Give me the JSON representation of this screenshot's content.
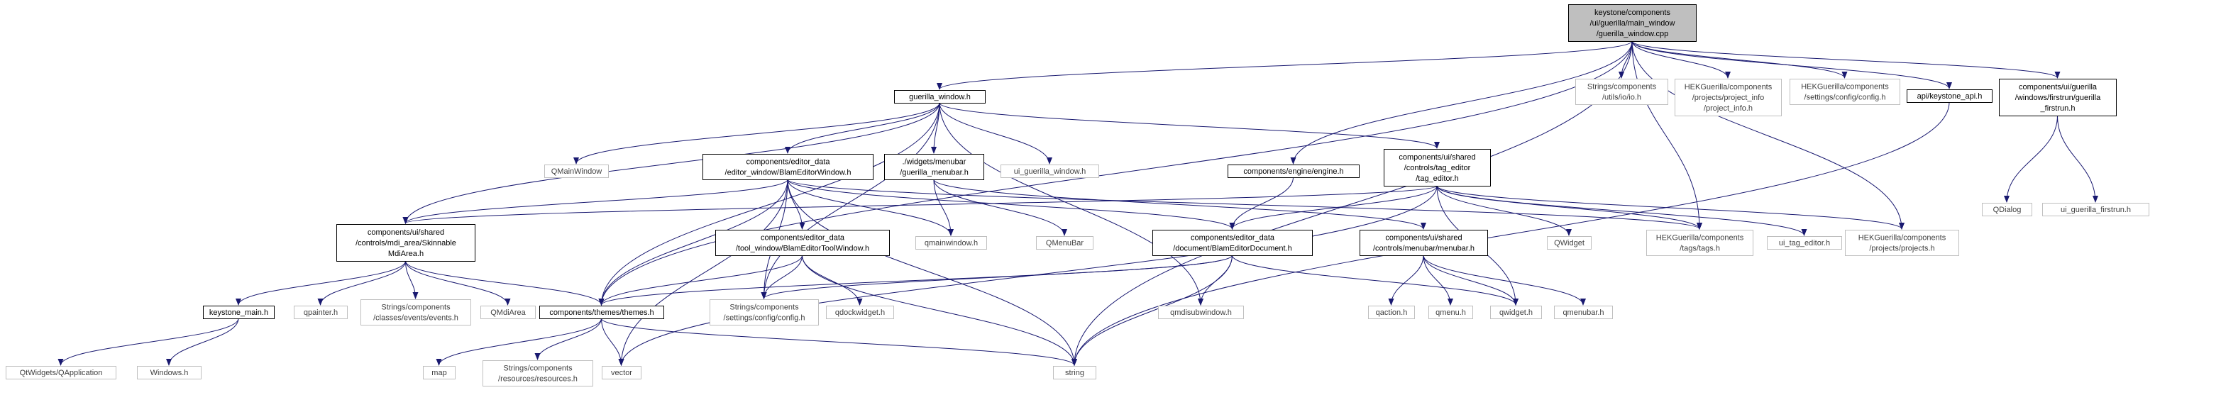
{
  "colors": {
    "root_fill": "#bfbfbf",
    "documented_stroke": "#000000",
    "external_stroke": "#bfbfbf",
    "documented_text": "#000000",
    "external_text": "#404040",
    "edge": "#191970"
  },
  "nodes": [
    {
      "id": "root",
      "kind": "root",
      "lines": [
        "keystone/components",
        "/ui/guerilla/main_window",
        "/guerilla_window.cpp"
      ]
    },
    {
      "id": "guerilla_window_h",
      "kind": "doc",
      "lines": [
        "guerilla_window.h"
      ]
    },
    {
      "id": "strings_utils_io",
      "kind": "ext",
      "lines": [
        "Strings/components",
        "/utils/io/io.h"
      ]
    },
    {
      "id": "hek_project_info",
      "kind": "ext",
      "lines": [
        "HEKGuerilla/components",
        "/projects/project_info",
        "/project_info.h"
      ]
    },
    {
      "id": "hek_settings_config_top",
      "kind": "ext",
      "lines": [
        "HEKGuerilla/components",
        "/settings/config/config.h"
      ]
    },
    {
      "id": "api_keystone_api",
      "kind": "doc",
      "lines": [
        "api/keystone_api.h"
      ]
    },
    {
      "id": "guerilla_firstrun",
      "kind": "doc",
      "lines": [
        "components/ui/guerilla",
        "/windows/firstrun/guerilla",
        "_firstrun.h"
      ]
    },
    {
      "id": "qmainwindow",
      "kind": "ext",
      "lines": [
        "QMainWindow"
      ]
    },
    {
      "id": "blam_editor_window",
      "kind": "doc",
      "lines": [
        "components/editor_data",
        "/editor_window/BlamEditorWindow.h"
      ]
    },
    {
      "id": "widgets_menubar",
      "kind": "doc",
      "lines": [
        "./widgets/menubar",
        "/guerilla_menubar.h"
      ]
    },
    {
      "id": "ui_guerilla_window",
      "kind": "ext",
      "lines": [
        "ui_guerilla_window.h"
      ]
    },
    {
      "id": "engine_h",
      "kind": "doc",
      "lines": [
        "components/engine/engine.h"
      ]
    },
    {
      "id": "tag_editor",
      "kind": "doc",
      "lines": [
        "components/ui/shared",
        "/controls/tag_editor",
        "/tag_editor.h"
      ]
    },
    {
      "id": "qdialog",
      "kind": "ext",
      "lines": [
        "QDialog"
      ]
    },
    {
      "id": "ui_guerilla_firstrun",
      "kind": "ext",
      "lines": [
        "ui_guerilla_firstrun.h"
      ]
    },
    {
      "id": "skinnable_mdi",
      "kind": "doc",
      "lines": [
        "components/ui/shared",
        "/controls/mdi_area/Skinnable",
        "MdiArea.h"
      ]
    },
    {
      "id": "tool_window",
      "kind": "doc",
      "lines": [
        "components/editor_data",
        "/tool_window/BlamEditorToolWindow.h"
      ]
    },
    {
      "id": "qmainwindow_h",
      "kind": "ext",
      "lines": [
        "qmainwindow.h"
      ]
    },
    {
      "id": "qmenubar_cap",
      "kind": "ext",
      "lines": [
        "QMenuBar"
      ]
    },
    {
      "id": "blam_editor_document",
      "kind": "doc",
      "lines": [
        "components/editor_data",
        "/document/BlamEditorDocument.h"
      ]
    },
    {
      "id": "menubar_h",
      "kind": "doc",
      "lines": [
        "components/ui/shared",
        "/controls/menubar/menubar.h"
      ]
    },
    {
      "id": "qwidget_cap",
      "kind": "ext",
      "lines": [
        "QWidget"
      ]
    },
    {
      "id": "hek_tags",
      "kind": "ext",
      "lines": [
        "HEKGuerilla/components",
        "/tags/tags.h"
      ]
    },
    {
      "id": "ui_tag_editor",
      "kind": "ext",
      "lines": [
        "ui_tag_editor.h"
      ]
    },
    {
      "id": "hek_projects",
      "kind": "ext",
      "lines": [
        "HEKGuerilla/components",
        "/projects/projects.h"
      ]
    },
    {
      "id": "keystone_main",
      "kind": "doc",
      "lines": [
        "keystone_main.h"
      ]
    },
    {
      "id": "qpainter",
      "kind": "ext",
      "lines": [
        "qpainter.h"
      ]
    },
    {
      "id": "strings_events",
      "kind": "ext",
      "lines": [
        "Strings/components",
        "/classes/events/events.h"
      ]
    },
    {
      "id": "qmdiarea",
      "kind": "ext",
      "lines": [
        "QMdiArea"
      ]
    },
    {
      "id": "themes",
      "kind": "doc",
      "lines": [
        "components/themes/themes.h"
      ]
    },
    {
      "id": "strings_settings_config",
      "kind": "ext",
      "lines": [
        "Strings/components",
        "/settings/config/config.h"
      ]
    },
    {
      "id": "qdockwidget",
      "kind": "ext",
      "lines": [
        "qdockwidget.h"
      ]
    },
    {
      "id": "qmdisubwindow",
      "kind": "ext",
      "lines": [
        "qmdisubwindow.h"
      ]
    },
    {
      "id": "qaction",
      "kind": "ext",
      "lines": [
        "qaction.h"
      ]
    },
    {
      "id": "qmenu",
      "kind": "ext",
      "lines": [
        "qmenu.h"
      ]
    },
    {
      "id": "qwidget_h",
      "kind": "ext",
      "lines": [
        "qwidget.h"
      ]
    },
    {
      "id": "qmenubar_h",
      "kind": "ext",
      "lines": [
        "qmenubar.h"
      ]
    },
    {
      "id": "qtwidgets_qapp",
      "kind": "ext",
      "lines": [
        "QtWidgets/QApplication"
      ]
    },
    {
      "id": "windows_h",
      "kind": "ext",
      "lines": [
        "Windows.h"
      ]
    },
    {
      "id": "map",
      "kind": "ext",
      "lines": [
        "map"
      ]
    },
    {
      "id": "strings_resources",
      "kind": "ext",
      "lines": [
        "Strings/components",
        "/resources/resources.h"
      ]
    },
    {
      "id": "vector",
      "kind": "ext",
      "lines": [
        "vector"
      ]
    },
    {
      "id": "string",
      "kind": "ext",
      "lines": [
        "string"
      ]
    }
  ],
  "edges": [
    [
      "root",
      "guerilla_window_h"
    ],
    [
      "root",
      "strings_utils_io"
    ],
    [
      "root",
      "hek_project_info"
    ],
    [
      "root",
      "hek_settings_config_top"
    ],
    [
      "root",
      "api_keystone_api"
    ],
    [
      "root",
      "guerilla_firstrun"
    ],
    [
      "root",
      "engine_h"
    ],
    [
      "root",
      "hek_tags"
    ],
    [
      "root",
      "hek_projects"
    ],
    [
      "root",
      "themes"
    ],
    [
      "root",
      "string"
    ],
    [
      "guerilla_window_h",
      "qmainwindow"
    ],
    [
      "guerilla_window_h",
      "blam_editor_window"
    ],
    [
      "guerilla_window_h",
      "widgets_menubar"
    ],
    [
      "guerilla_window_h",
      "ui_guerilla_window"
    ],
    [
      "guerilla_window_h",
      "tag_editor"
    ],
    [
      "guerilla_window_h",
      "skinnable_mdi"
    ],
    [
      "guerilla_window_h",
      "themes"
    ],
    [
      "guerilla_window_h",
      "strings_settings_config"
    ],
    [
      "guerilla_window_h",
      "qmdisubwindow"
    ],
    [
      "blam_editor_window",
      "skinnable_mdi"
    ],
    [
      "blam_editor_window",
      "tool_window"
    ],
    [
      "blam_editor_window",
      "qmainwindow_h"
    ],
    [
      "blam_editor_window",
      "blam_editor_document"
    ],
    [
      "blam_editor_window",
      "themes"
    ],
    [
      "blam_editor_window",
      "strings_settings_config"
    ],
    [
      "blam_editor_window",
      "vector"
    ],
    [
      "blam_editor_window",
      "string"
    ],
    [
      "blam_editor_window",
      "hek_tags"
    ],
    [
      "widgets_menubar",
      "qmainwindow_h"
    ],
    [
      "widgets_menubar",
      "qmenubar_cap"
    ],
    [
      "widgets_menubar",
      "menubar_h"
    ],
    [
      "engine_h",
      "blam_editor_document"
    ],
    [
      "tag_editor",
      "qwidget_cap"
    ],
    [
      "tag_editor",
      "hek_tags"
    ],
    [
      "tag_editor",
      "ui_tag_editor"
    ],
    [
      "tag_editor",
      "hek_projects"
    ],
    [
      "tag_editor",
      "blam_editor_document"
    ],
    [
      "tag_editor",
      "skinnable_mdi"
    ],
    [
      "tag_editor",
      "vector"
    ],
    [
      "tag_editor",
      "qwidget_h"
    ],
    [
      "skinnable_mdi",
      "keystone_main"
    ],
    [
      "skinnable_mdi",
      "qpainter"
    ],
    [
      "skinnable_mdi",
      "strings_events"
    ],
    [
      "skinnable_mdi",
      "qmdiarea"
    ],
    [
      "skinnable_mdi",
      "themes"
    ],
    [
      "tool_window",
      "qdockwidget"
    ],
    [
      "tool_window",
      "strings_settings_config"
    ],
    [
      "tool_window",
      "themes"
    ],
    [
      "tool_window",
      "string"
    ],
    [
      "blam_editor_document",
      "themes"
    ],
    [
      "blam_editor_document",
      "strings_settings_config"
    ],
    [
      "blam_editor_document",
      "qmdisubwindow"
    ],
    [
      "blam_editor_document",
      "string"
    ],
    [
      "blam_editor_document",
      "qwidget_h"
    ],
    [
      "menubar_h",
      "qaction"
    ],
    [
      "menubar_h",
      "qmenu"
    ],
    [
      "menubar_h",
      "qwidget_h"
    ],
    [
      "menubar_h",
      "qmenubar_h"
    ],
    [
      "api_keystone_api",
      "string"
    ],
    [
      "guerilla_firstrun",
      "qdialog"
    ],
    [
      "guerilla_firstrun",
      "ui_guerilla_firstrun"
    ],
    [
      "keystone_main",
      "qtwidgets_qapp"
    ],
    [
      "keystone_main",
      "windows_h"
    ],
    [
      "themes",
      "map"
    ],
    [
      "themes",
      "strings_resources"
    ],
    [
      "themes",
      "vector"
    ],
    [
      "themes",
      "string"
    ]
  ]
}
